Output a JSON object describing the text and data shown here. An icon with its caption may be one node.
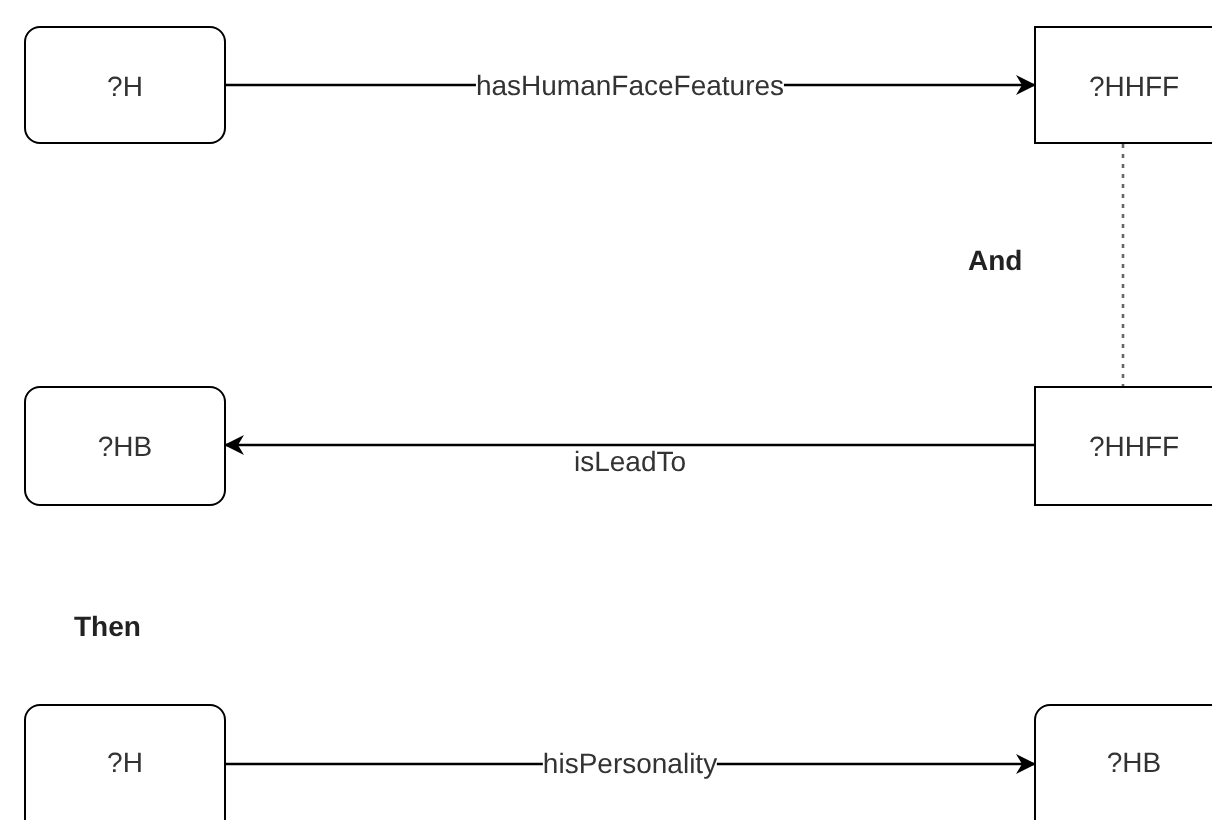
{
  "diagram": {
    "nodes": [
      {
        "text": [
          "?H"
        ]
      },
      {
        "text": [
          "?HHFF"
        ]
      },
      {
        "text": [
          "?HB"
        ]
      },
      {
        "text": [
          "?HHFF"
        ]
      },
      {
        "text": [
          "?H"
        ]
      },
      {
        "text": [
          "?HB"
        ]
      }
    ],
    "edges": [
      {
        "from": 0,
        "to": 1,
        "arrow": "to",
        "label": "hasHumanFaceFeatures"
      },
      {
        "from": 1,
        "to": 3,
        "arrow": "none",
        "style": "dashed",
        "color": "#666666"
      },
      {
        "from": 3,
        "to": 2,
        "arrow": "to",
        "label": "isLeadTo"
      },
      {
        "from": 4,
        "to": 5,
        "arrow": "to",
        "label": "hisPersonality"
      }
    ],
    "labels": [
      "And",
      "Then"
    ]
  }
}
